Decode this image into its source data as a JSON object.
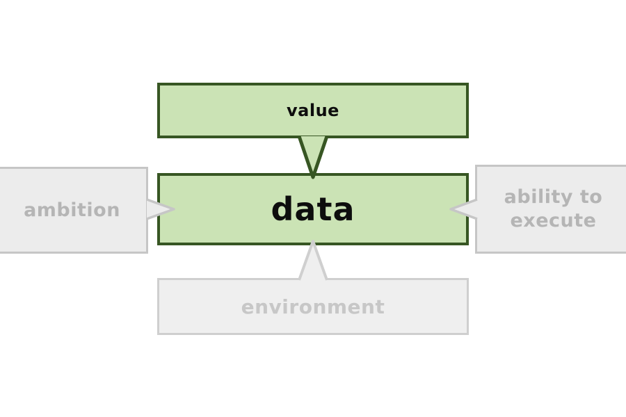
{
  "diagram": {
    "top": {
      "label": "value"
    },
    "center": {
      "label": "data"
    },
    "left": {
      "label": "ambition"
    },
    "right": {
      "label": "ability to execute"
    },
    "bottom": {
      "label": "environment"
    }
  },
  "colors": {
    "highlight_fill": "#cbe3b5",
    "highlight_border": "#375623",
    "muted_fill": "#ececec",
    "muted_border": "#c6c6c6",
    "muted_text": "#b5b5b5",
    "environment_fill": "#efefef",
    "environment_border": "#cfcfcf",
    "environment_text": "#c7c7c7",
    "text_dark": "#0d0d0d"
  }
}
